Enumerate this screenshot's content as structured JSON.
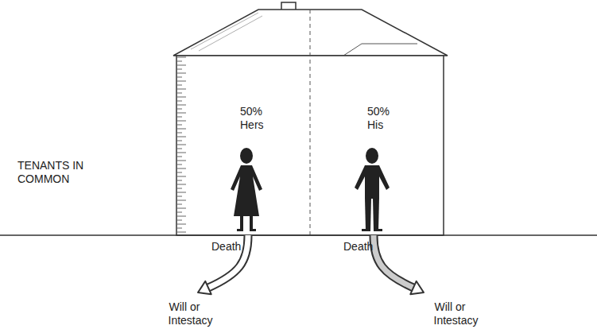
{
  "diagram": {
    "labels": [
      "50% Hers",
      "50% His",
      "TENANTS IN COMMON",
      "Death",
      "Death",
      "Will or Intestacy",
      "Will or Intestacy"
    ]
  }
}
